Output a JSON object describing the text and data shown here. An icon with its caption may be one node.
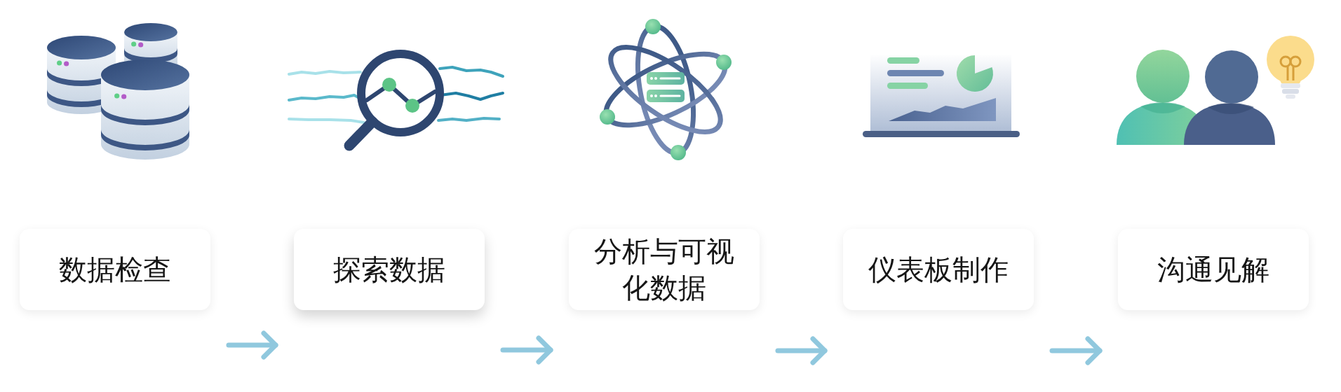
{
  "diagram": {
    "nodes": [
      {
        "text": [
          "数据检查"
        ]
      },
      {
        "text": [
          "探索数据"
        ]
      },
      {
        "text": [
          "分析与可视化数据"
        ]
      },
      {
        "text": [
          "仪表板制作"
        ]
      },
      {
        "text": [
          "沟通见解"
        ]
      }
    ],
    "edges": [
      {
        "from": 0,
        "to": 1,
        "arrow": "to"
      },
      {
        "from": 1,
        "to": 2,
        "arrow": "to"
      },
      {
        "from": 2,
        "to": 3,
        "arrow": "to"
      },
      {
        "from": 3,
        "to": 4,
        "arrow": "to"
      }
    ]
  }
}
